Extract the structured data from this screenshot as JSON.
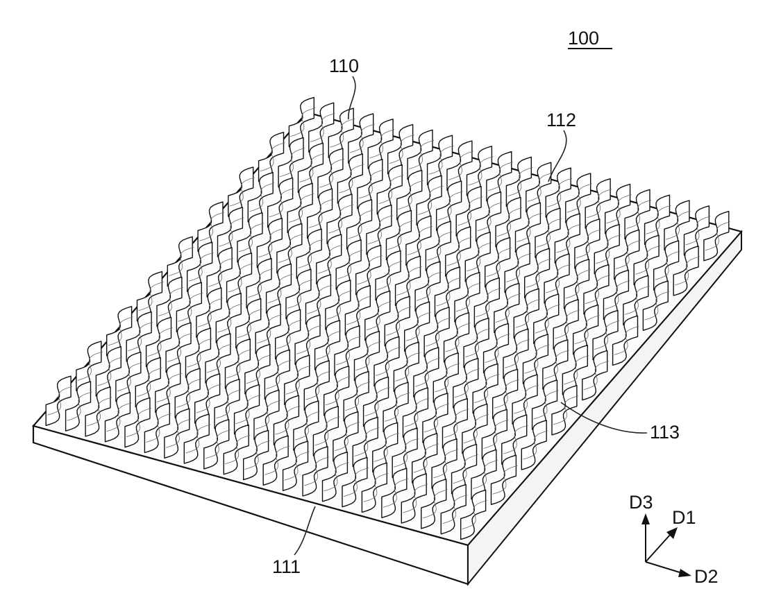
{
  "figure": {
    "main_label": "100",
    "labels": {
      "part_110": "110",
      "part_111": "111",
      "part_112": "112",
      "part_113": "113"
    },
    "axes": {
      "d1": "D1",
      "d2": "D2",
      "d3": "D3"
    },
    "fin_rows": 9,
    "fins_per_row": 22
  }
}
